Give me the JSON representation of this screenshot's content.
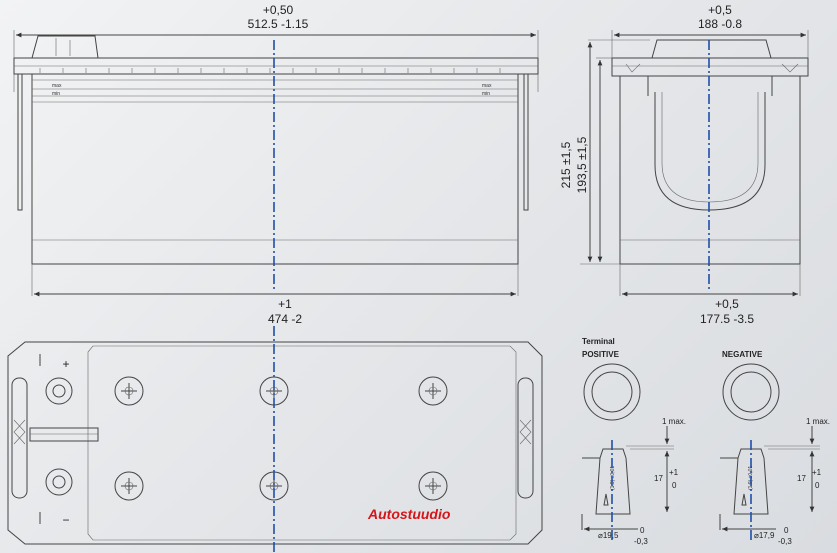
{
  "dimensions": {
    "top_length_tol": "+0,50",
    "top_length": "512.5 -1.15",
    "top_width_tol": "+0,5",
    "top_width": "188 -0.8",
    "total_height": "215 ±1,5",
    "box_height": "193,5 ±1,5",
    "bottom_length_tol": "+1",
    "bottom_length": "474 -2",
    "bottom_width_tol": "+0,5",
    "bottom_width": "177.5 -3.5"
  },
  "marks": {
    "max": "max",
    "min": "min",
    "plus": "+",
    "minus": "−"
  },
  "terminals": {
    "header": "Terminal",
    "positive": "POSITIVE",
    "negative": "NEGATIVE",
    "max_gap": "1 max.",
    "height_main": "17",
    "height_tol_top": "+1",
    "height_tol_bottom": "0",
    "taper_label": "(1:9) ±0,01",
    "pos_dia": "⌀19,5",
    "pos_dia_tol_top": "0",
    "pos_dia_tol_bottom": "-0,3",
    "neg_dia": "⌀17,9",
    "neg_dia_tol_top": "0",
    "neg_dia_tol_bottom": "-0,3"
  },
  "watermark": "Autostuudio"
}
